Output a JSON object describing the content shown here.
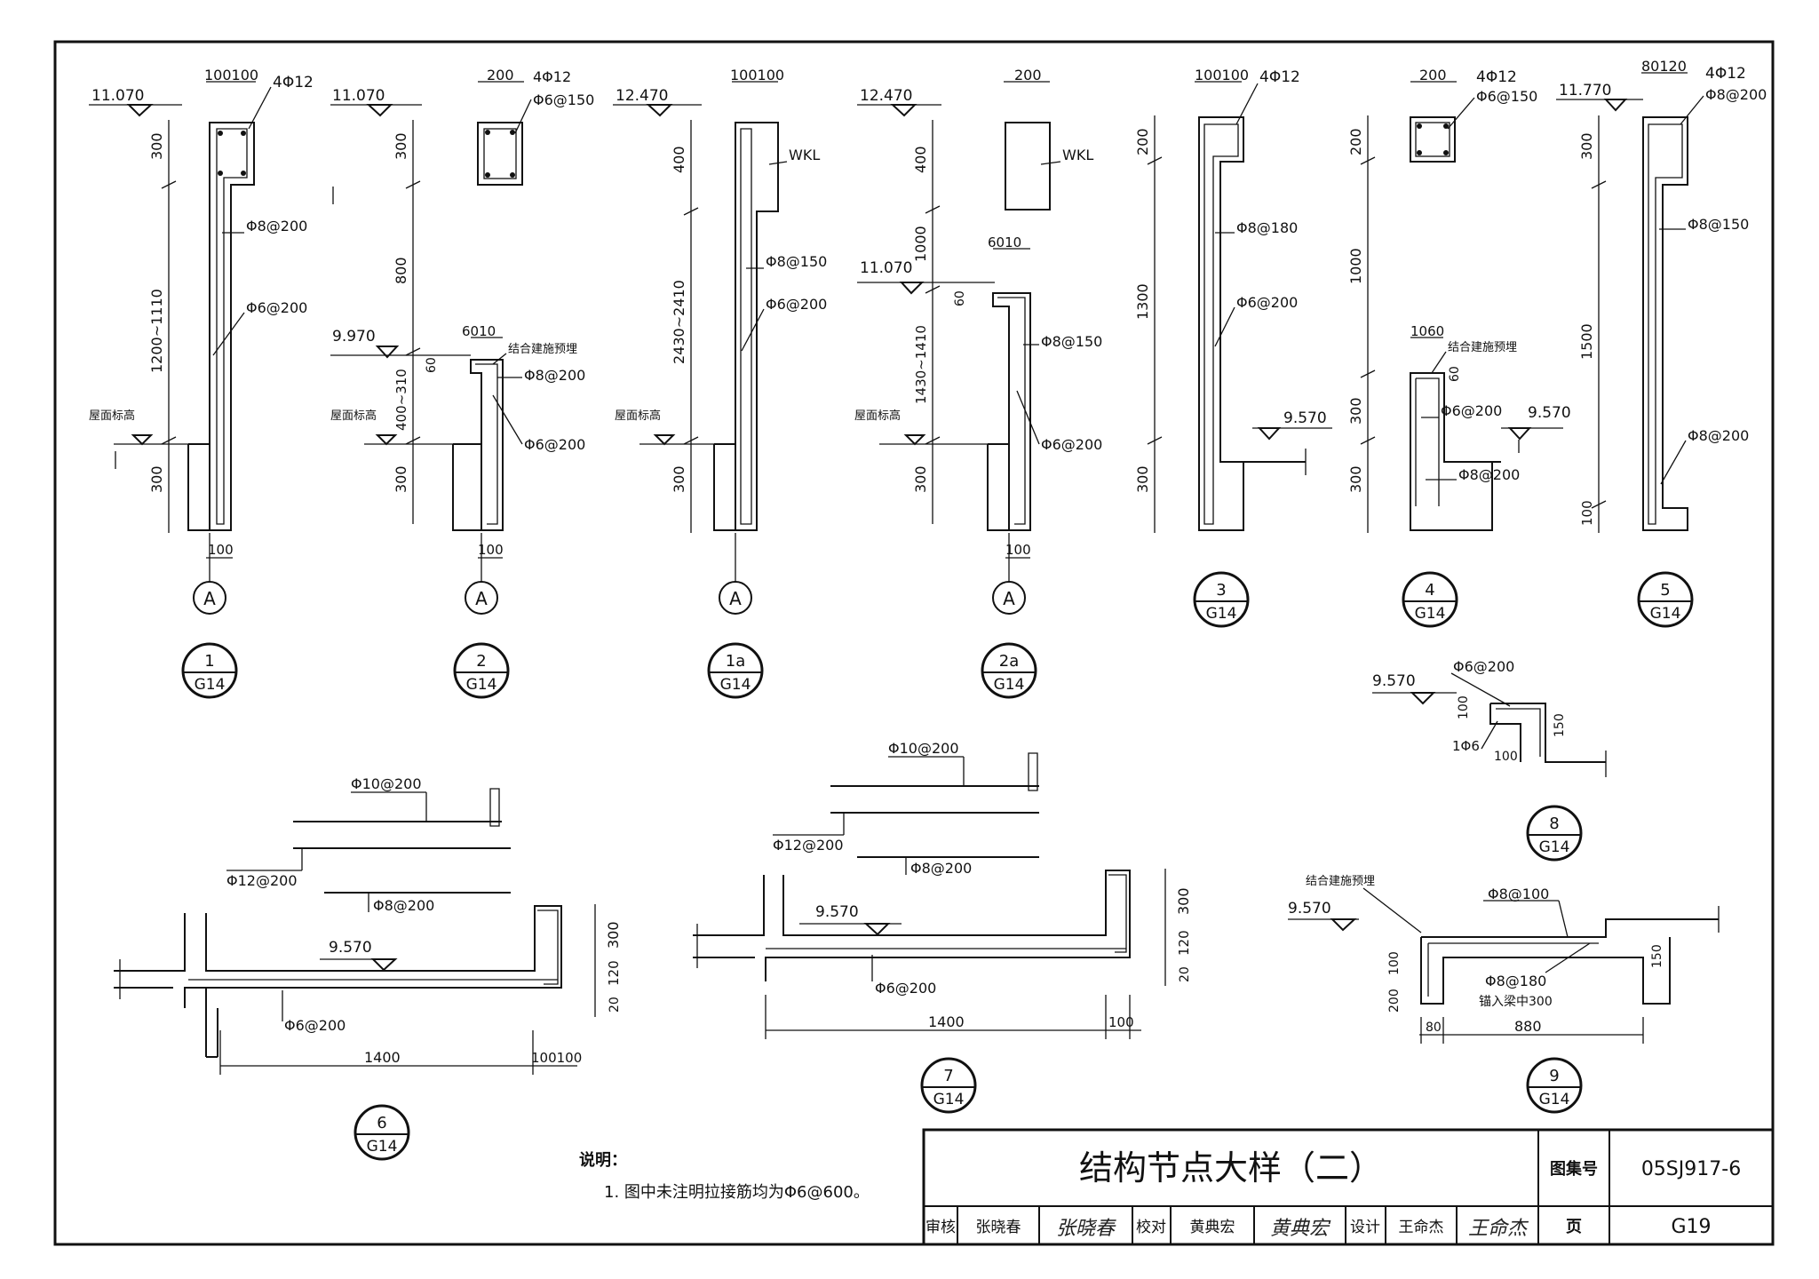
{
  "details": {
    "d1": {
      "ref_num": "1",
      "ref_sheet": "G14",
      "axis": "A",
      "elev_top": "11.070",
      "dim_top": "100100",
      "rebar_top": "4Φ12",
      "dim_300a": "300",
      "dim_main": "1200~1110",
      "dim_300b": "300",
      "dim_100": "100",
      "label_roof": "屋面标高",
      "rebar_a": "Φ8@200",
      "rebar_b": "Φ6@200"
    },
    "d2": {
      "ref_num": "2",
      "ref_sheet": "G14",
      "axis": "A",
      "elev_top": "11.070",
      "elev_mid": "9.970",
      "dim_200": "200",
      "rebar_top": "4Φ12",
      "rebar_stirrup": "Φ6@150",
      "dim_300a": "300",
      "dim_800": "800",
      "dim_main": "400~310",
      "dim_300b": "300",
      "dim_60": "60",
      "dim_6010": "6010",
      "dim_100": "100",
      "label_embed": "结合建施预埋",
      "label_roof": "屋面标高",
      "rebar_a": "Φ8@200",
      "rebar_b": "Φ6@200"
    },
    "d1a": {
      "ref_num": "1a",
      "ref_sheet": "G14",
      "axis": "A",
      "elev_top": "12.470",
      "dim_top": "100100",
      "label_wkl": "WKL",
      "dim_400": "400",
      "dim_main": "2430~2410",
      "dim_300": "300",
      "label_roof": "屋面标高",
      "rebar_a": "Φ8@150",
      "rebar_b": "Φ6@200"
    },
    "d2a": {
      "ref_num": "2a",
      "ref_sheet": "G14",
      "axis": "A",
      "elev_top": "12.470",
      "elev_mid": "11.070",
      "dim_200": "200",
      "label_wkl": "WKL",
      "dim_400": "400",
      "dim_1000": "1000",
      "dim_60": "60",
      "dim_6010": "6010",
      "dim_main": "1430~1410",
      "dim_300": "300",
      "dim_100": "100",
      "label_roof": "屋面标高",
      "rebar_a": "Φ8@150",
      "rebar_b": "Φ6@200"
    },
    "d3": {
      "ref_num": "3",
      "ref_sheet": "G14",
      "dim_top": "100100",
      "rebar_top": "4Φ12",
      "dim_200": "200",
      "dim_1300": "1300",
      "dim_300": "300",
      "rebar_a": "Φ8@180",
      "rebar_b": "Φ6@200",
      "elev": "9.570"
    },
    "d4": {
      "ref_num": "4",
      "ref_sheet": "G14",
      "dim_200w": "200",
      "rebar_top": "4Φ12",
      "rebar_stirrup": "Φ6@150",
      "dim_200": "200",
      "dim_1000": "1000",
      "dim_300a": "300",
      "dim_300b": "300",
      "dim_1060": "1060",
      "dim_60": "60",
      "label_embed": "结合建施预埋",
      "rebar_a": "Φ6@200",
      "rebar_b": "Φ8@200",
      "elev": "9.570"
    },
    "d5": {
      "ref_num": "5",
      "ref_sheet": "G14",
      "elev_top": "11.770",
      "dim_top": "80120",
      "rebar_top": "4Φ12",
      "rebar_stirrup": "Φ8@200",
      "dim_300": "300",
      "dim_1500": "1500",
      "dim_100": "100",
      "rebar_a": "Φ8@150",
      "rebar_b": "Φ8@200"
    },
    "d6": {
      "ref_num": "6",
      "ref_sheet": "G14",
      "rebar_10": "Φ10@200",
      "rebar_12": "Φ12@200",
      "rebar_8": "Φ8@200",
      "rebar_6": "Φ6@200",
      "elev": "9.570",
      "dim_300": "300",
      "dim_120": "120",
      "dim_20": "20",
      "dim_1400": "1400",
      "dim_100100": "100100"
    },
    "d7": {
      "ref_num": "7",
      "ref_sheet": "G14",
      "rebar_10": "Φ10@200",
      "rebar_12": "Φ12@200",
      "rebar_8": "Φ8@200",
      "rebar_6": "Φ6@200",
      "elev": "9.570",
      "dim_300": "300",
      "dim_120": "120",
      "dim_20": "20",
      "dim_1400": "1400",
      "dim_100": "100"
    },
    "d8": {
      "ref_num": "8",
      "ref_sheet": "G14",
      "elev": "9.570",
      "rebar_a": "Φ6@200",
      "rebar_b": "1Φ6",
      "dim_100a": "100",
      "dim_150": "150",
      "dim_100b": "100"
    },
    "d9": {
      "ref_num": "9",
      "ref_sheet": "G14",
      "label_embed": "结合建施预埋",
      "elev": "9.570",
      "rebar_a": "Φ8@100",
      "rebar_b": "Φ8@180",
      "label_anchor": "锚入梁中300",
      "dim_100": "100",
      "dim_200": "200",
      "dim_150": "150",
      "dim_80": "80",
      "dim_880": "880"
    }
  },
  "notes": {
    "heading": "说明：",
    "items": [
      "1. 图中未注明拉接筋均为Φ6@600。"
    ]
  },
  "title_block": {
    "title": "结构节点大样（二）",
    "atlas_label": "图集号",
    "atlas_value": "05SJ917-6",
    "page_label": "页",
    "page_value": "G19",
    "review_label": "审核",
    "review_name": "张晓春",
    "review_sig": "张晓春",
    "check_label": "校对",
    "check_name": "黄典宏",
    "check_sig": "黄典宏",
    "design_label": "设计",
    "design_name": "王命杰",
    "design_sig": "王命杰"
  }
}
